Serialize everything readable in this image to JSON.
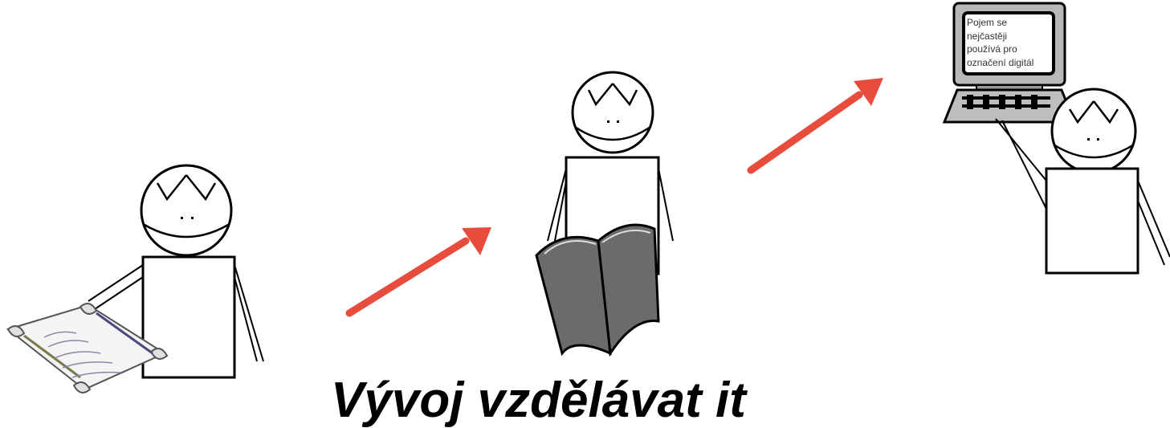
{
  "colors": {
    "arrow": "#e84c3d",
    "outline": "#000000",
    "book": "#6b6b6b",
    "monitor": "#b8b8b8",
    "keyboard": "#bdbdbd",
    "paper": "#f4f4f4"
  },
  "icons": [
    "scroll-icon",
    "book-icon",
    "computer-icon",
    "arrow-icon",
    "stick-figure-icon"
  ],
  "top_caption": "",
  "computer_screen_lines": [
    "Pojem se",
    "nejčastěji",
    "používá pro",
    "označení digitál"
  ],
  "bottom_caption": "Vývoj  vzdělávat  it"
}
